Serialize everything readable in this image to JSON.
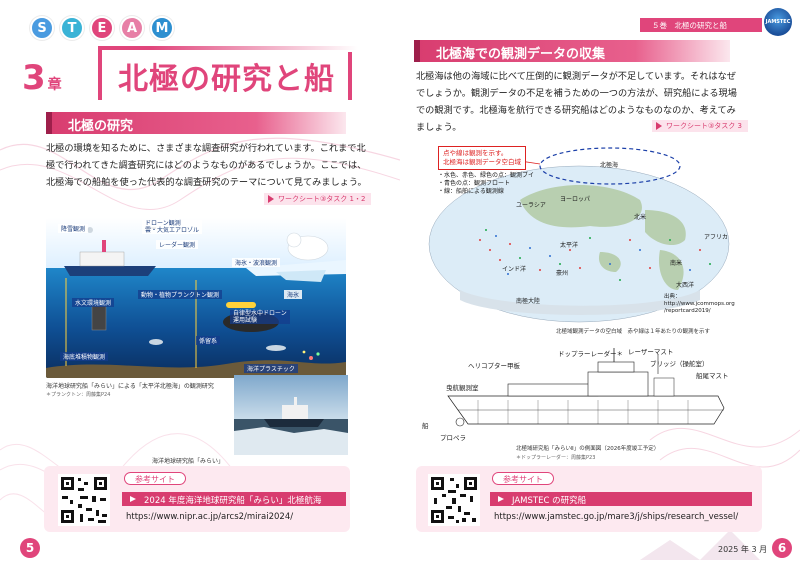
{
  "steam": [
    "S",
    "T",
    "E",
    "A",
    "M"
  ],
  "colors": {
    "accent": "#e0457b",
    "steam": [
      "#4a9be0",
      "#3ab3d6",
      "#e0457b",
      "#e77fa6",
      "#2d8fd0"
    ]
  },
  "left": {
    "chapter_num": "3",
    "chapter_suffix": "章",
    "title": "北極の研究と船",
    "section1": "北極の研究",
    "para1_l1": "北極の環境を知るために、さまざまな調査研究が行われています。これまで北",
    "para1_l2": "極で行われてきた調査研究にはどのようなものがあるでしょうか。ここでは、",
    "para1_l3": "北極海での船舶を使った代表的な調査研究のテーマについて見てみましょう。",
    "worksheet": "ワークシート③タスク 1・2",
    "illust_labels": {
      "snow": "降雪観測",
      "drone": "ドローン観測\n雲・大気エアロゾル",
      "radar": "レーダー観測",
      "seaice": "海氷・波浪観測",
      "seaice2": "海氷",
      "plankton": "動物・植物プランクトン観測",
      "water": "水文環境観測",
      "auv": "自律型水中ドローン\n運用試験",
      "mooring": "係留系",
      "sediment": "海底堆積物観測",
      "plastic": "海洋プラスチック"
    },
    "caption1": "海洋地球研究船「みらい」による「太平洋北極海」の観測研究",
    "caption1_note": "＊プランクトン：周藤集P24",
    "photo_caption": "海洋地球研究船「みらい」",
    "ref_tag": "参考サイト",
    "ref_link": "2024 年度海洋地球研究船「みらい」北極航海",
    "ref_url": "https://www.nipr.ac.jp/arcs2/mirai2024/",
    "page_num": "5"
  },
  "right": {
    "vol_strip": "５巻　北極の研究と船",
    "logo_text": "JAMSTEC",
    "section2": "北極海での観測データの収集",
    "para2_l1": "北極海は他の海域に比べて圧倒的に観測データが不足しています。それはなぜ",
    "para2_l2": "でしょうか。観測データの不足を補うための一つの方法が、研究船による現場",
    "para2_l3": "での観測です。北極海を航行できる研究船はどのようなものなのか、考えてみ",
    "para2_l4": "ましょう。",
    "worksheet": "ワークシート③タスク 3",
    "map_note_l1": "点や線は観測を示す。",
    "map_note_l2": "北極海は観測データ空白域",
    "map_legend": [
      "・水色、赤色、緑色の点：観測ブイ",
      "・青色の点：観測フロート",
      "・線：船舶による観測線"
    ],
    "map_labels": {
      "arctic": "北極海",
      "eurasia": "ユーラシア",
      "europe": "ヨーロッパ",
      "africa": "アフリカ",
      "northamerica": "北米",
      "southamerica": "南米",
      "pacific": "太平洋",
      "atlantic": "大西洋",
      "indian": "インド洋",
      "australia": "豪州",
      "antarctica": "南極大陸",
      "source": "出典：\nhttp://www.jcommops.org\n/reportcard2019/"
    },
    "map_caption": "北極域観測データの空白域　赤や緑は１年あたりの観測を示す",
    "ship_labels": {
      "heli": "ヘリコプター甲板",
      "doppler": "ドップラーレーダー＊",
      "laser": "レーザーマスト",
      "bridge": "ブリッジ（操舵室）",
      "mast": "船尾マスト",
      "towing": "曳航観測室",
      "propeller": "プロペラ",
      "stern": "船"
    },
    "ship_caption": "北極域研究船「みらいⅡ」の側面図（2026年度竣工予定）",
    "ship_caption_note": "＊ドップラーレーダー：周藤集P23",
    "ref_tag": "参考サイト",
    "ref_link": "JAMSTEC の研究船",
    "ref_url": "https://www.jamstec.go.jp/mare3/j/ships/research_vessel/",
    "page_num": "6",
    "date": "2025 年 3 月"
  }
}
